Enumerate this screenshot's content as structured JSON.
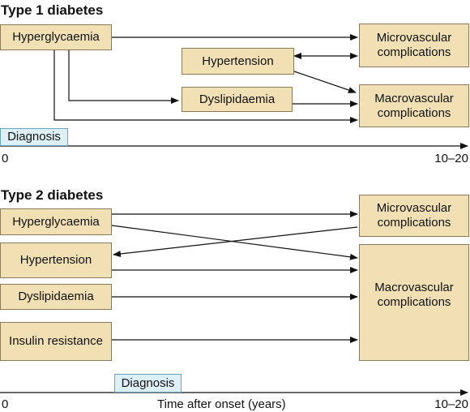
{
  "type1": {
    "title": "Type 1 diabetes",
    "hyperglycaemia": "Hyperglycaemia",
    "hypertension": "Hypertension",
    "dyslipidaemia": "Dyslipidaemia",
    "microvascular": "Microvascular complications",
    "macrovascular": "Macrovascular complications",
    "diagnosis": "Diagnosis",
    "axis_start": "0",
    "axis_end": "10–20"
  },
  "type2": {
    "title": "Type 2 diabetes",
    "hyperglycaemia": "Hyperglycaemia",
    "hypertension": "Hypertension",
    "dyslipidaemia": "Dyslipidaemia",
    "insulin_resistance": "Insulin resistance",
    "microvascular": "Microvascular complications",
    "macrovascular": "Macrovascular complications",
    "diagnosis": "Diagnosis",
    "axis_start": "0",
    "axis_label": "Time after onset (years)",
    "axis_end": "10–20"
  },
  "colors": {
    "box_fill": "#f2e0b5",
    "diagnosis_fill": "#ddf0f7",
    "arrow": "#111111"
  }
}
